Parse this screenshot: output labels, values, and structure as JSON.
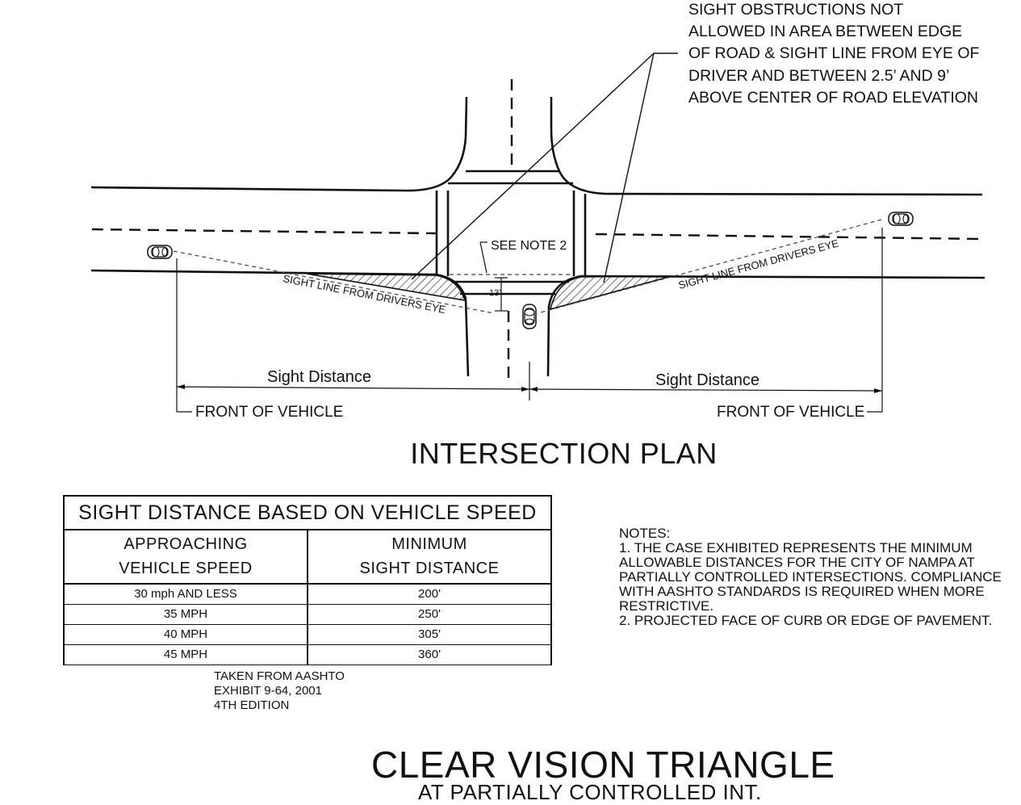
{
  "callout": {
    "lines": [
      "SIGHT OBSTRUCTIONS NOT",
      "ALLOWED IN AREA BETWEEN EDGE",
      "OF ROAD & SIGHT LINE FROM EYE OF",
      "DRIVER AND BETWEEN 2.5’ AND 9’",
      "ABOVE CENTER OF ROAD ELEVATION"
    ]
  },
  "plan": {
    "see_note": "SEE NOTE 2",
    "offset_dim": "13’",
    "sight_line_left": "SIGHT LINE FROM DRIVERS EYE",
    "sight_line_right": "SIGHT LINE FROM DRIVERS EYE",
    "sight_distance_left": "Sight Distance",
    "sight_distance_right": "Sight Distance",
    "front_vehicle_left": "FRONT OF VEHICLE",
    "front_vehicle_right": "FRONT OF VEHICLE",
    "title": "INTERSECTION PLAN"
  },
  "table": {
    "title": "SIGHT DISTANCE BASED  ON VEHICLE SPEED",
    "col1_header_line1": "APPROACHING",
    "col1_header_line2": "VEHICLE SPEED",
    "col2_header_line1": "MINIMUM",
    "col2_header_line2": "SIGHT DISTANCE",
    "rows": [
      {
        "speed": "30 mph AND LESS",
        "distance": "200'"
      },
      {
        "speed": "35 MPH",
        "distance": "250'"
      },
      {
        "speed": "40 MPH",
        "distance": "305'"
      },
      {
        "speed": "45 MPH",
        "distance": "360'"
      }
    ],
    "source_lines": [
      "TAKEN FROM AASHTO",
      "EXHIBIT 9-64, 2001",
      "4TH EDITION"
    ]
  },
  "notes": {
    "heading": "NOTES:",
    "items": [
      "1. THE CASE EXHIBITED REPRESENTS THE MINIMUM ALLOWABLE DISTANCES FOR THE CITY OF NAMPA AT PARTIALLY CONTROLLED INTERSECTIONS. COMPLIANCE WITH AASHTO STANDARDS IS REQUIRED WHEN MORE RESTRICTIVE.",
      "2. PROJECTED FACE OF CURB OR EDGE OF PAVEMENT."
    ]
  },
  "titles": {
    "main": "CLEAR VISION TRIANGLE",
    "sub": "AT PARTIALLY CONTROLLED INT."
  }
}
